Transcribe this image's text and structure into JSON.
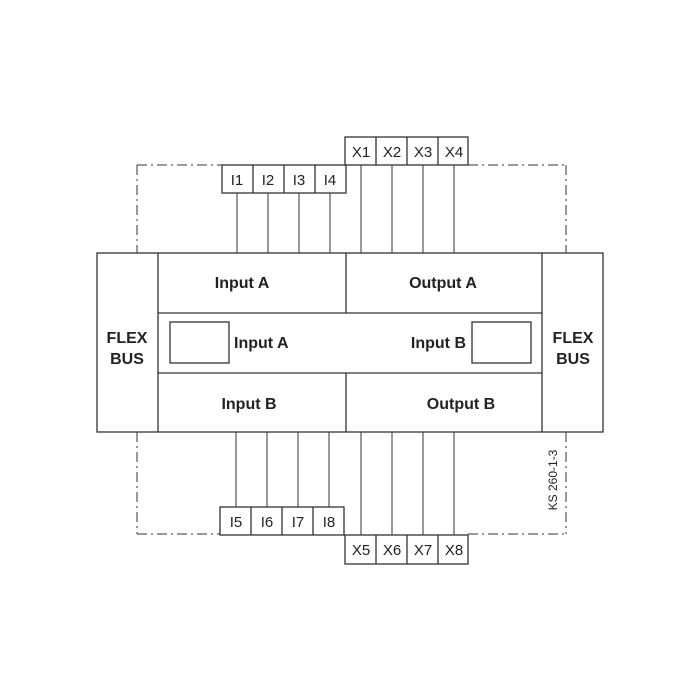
{
  "colors": {
    "line": "#333333",
    "text": "#222222",
    "background": "#ffffff"
  },
  "left_bus": {
    "line1": "FLEX",
    "line2": "BUS"
  },
  "right_bus": {
    "line1": "FLEX",
    "line2": "BUS"
  },
  "sections": {
    "input_a_top": "Input A",
    "output_a_top": "Output A",
    "input_a_mid": "Input A",
    "input_b_mid": "Input B",
    "input_b_bottom": "Input B",
    "output_b_bottom": "Output B"
  },
  "terminals": {
    "top_inputs": [
      "I1",
      "I2",
      "I3",
      "I4"
    ],
    "top_outputs": [
      "X1",
      "X2",
      "X3",
      "X4"
    ],
    "bottom_inputs": [
      "I5",
      "I6",
      "I7",
      "I8"
    ],
    "bottom_outputs": [
      "X5",
      "X6",
      "X7",
      "X8"
    ]
  },
  "figure_code": "KS 260-1-3"
}
